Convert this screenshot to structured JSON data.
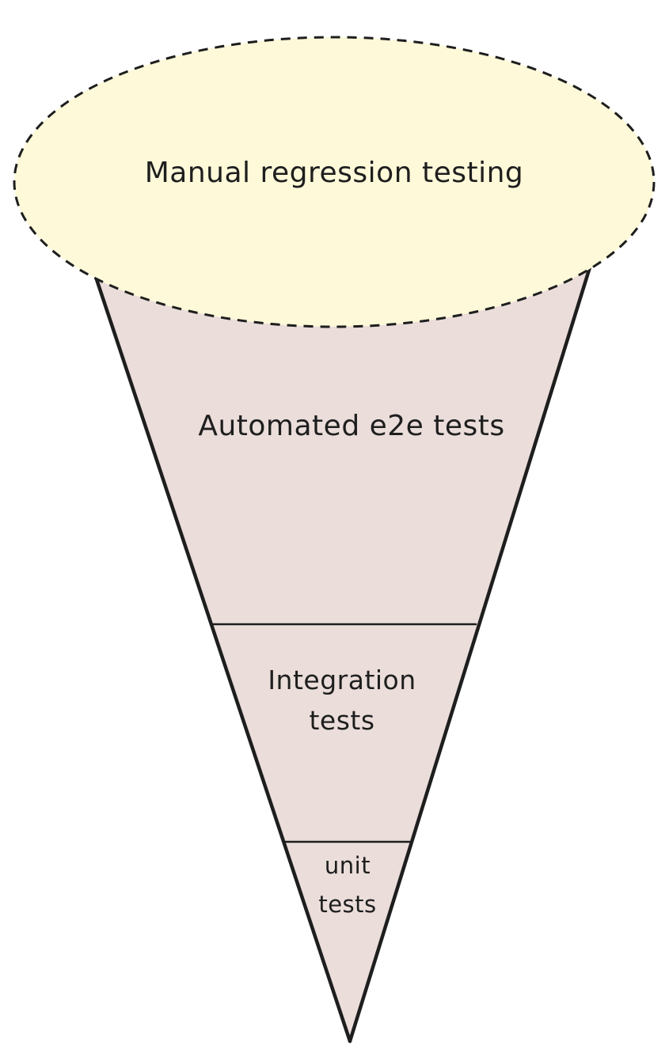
{
  "diagram": {
    "layers": {
      "manual": {
        "label": "Manual regression testing"
      },
      "e2e": {
        "label": "Automated e2e tests"
      },
      "integration": {
        "line1": "Integration",
        "line2": "tests"
      },
      "unit": {
        "line1": "unit",
        "line2": "tests"
      }
    },
    "colors": {
      "cone_fill": "#eaddda",
      "ellipse_fill": "#fdf9d9",
      "stroke": "#1e1e1e"
    }
  }
}
